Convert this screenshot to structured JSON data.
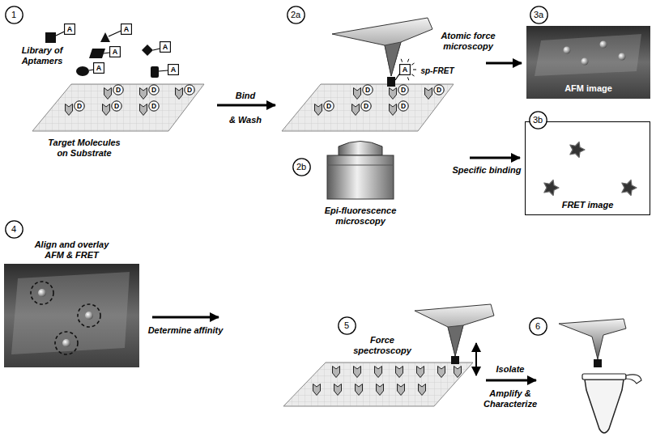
{
  "diagram": {
    "nodes": [
      {
        "text": [
          "1"
        ]
      },
      {
        "text": [
          "A"
        ]
      },
      {
        "text": [
          "A"
        ]
      },
      {
        "text": [
          "A"
        ]
      },
      {
        "text": [
          "A"
        ]
      },
      {
        "text": [
          "A"
        ]
      },
      {
        "text": [
          "A"
        ]
      },
      {
        "text": [
          "D"
        ]
      },
      {
        "text": [
          "D"
        ]
      },
      {
        "text": [
          "D"
        ]
      },
      {
        "text": [
          "D"
        ]
      },
      {
        "text": [
          "D"
        ]
      },
      {
        "text": [
          "D"
        ]
      },
      {
        "text": [
          "2a"
        ]
      },
      {
        "text": [
          "A"
        ]
      },
      {
        "text": [
          "D"
        ]
      },
      {
        "text": [
          "D"
        ]
      },
      {
        "text": [
          "D"
        ]
      },
      {
        "text": [
          "D"
        ]
      },
      {
        "text": [
          "D"
        ]
      },
      {
        "text": [
          "D"
        ]
      },
      {
        "text": [
          "3a"
        ]
      },
      {
        "text": [
          "AFM image"
        ]
      },
      {
        "text": [
          "3b"
        ]
      },
      {
        "text": [
          "FRET image"
        ]
      },
      {
        "text": [
          "2b"
        ]
      },
      {
        "text": [
          "4"
        ]
      },
      {
        "text": [
          "Align and overlay AFM & FRET"
        ]
      },
      {
        "text": [
          "5"
        ]
      },
      {
        "text": [
          "6"
        ]
      }
    ],
    "labels": [
      "Library of Aptamers",
      "Target Molecules on Substrate",
      "Bind",
      "& Wash",
      "Atomic force microscopy",
      "sp-FRET",
      "Epi-fluorescence microscopy",
      "Specific binding",
      "Determine affinity",
      "Force spectroscopy",
      "Isolate",
      "Amplify & Characterize"
    ]
  }
}
